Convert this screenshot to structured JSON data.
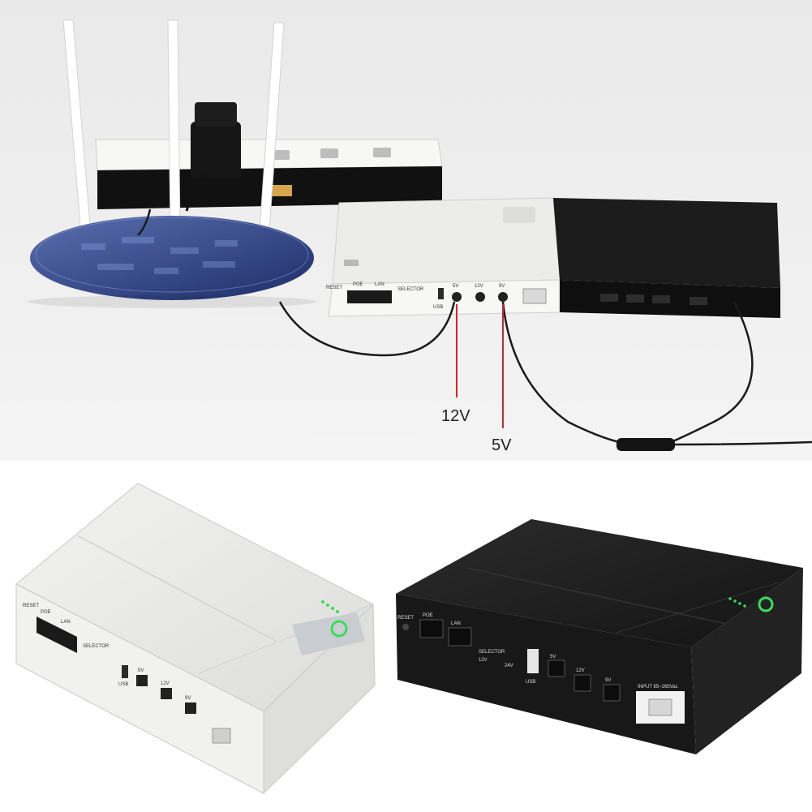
{
  "scene": {
    "top_photo": {
      "voltage_labels": [
        "12V",
        "5V"
      ],
      "ups_labels": {
        "reset": "RESET",
        "poe": "POE",
        "lan": "LAN",
        "selector": "SELECTOR",
        "usb": "USB",
        "port_5v": "5V",
        "port_12v": "12V",
        "port_9v": "9V"
      }
    },
    "white_unit": {
      "labels": {
        "reset": "RESET",
        "poe": "POE",
        "lan": "LAN",
        "selector": "SELECTOR",
        "usb": "USB",
        "port_5v": "5V",
        "port_12v": "12V",
        "port_9v": "9V"
      }
    },
    "black_unit": {
      "labels": {
        "reset": "RESET",
        "poe": "POE",
        "lan": "LAN",
        "selector": "SELECTOR",
        "sel_12v": "12V",
        "sel_24v": "24V",
        "usb": "USB",
        "port_5v": "5V",
        "port_12v": "12V",
        "port_9v": "9V",
        "input": "INPUT 85~265Vac"
      }
    }
  },
  "colors": {
    "top_background": "#e6e6e6",
    "white_case": "#e8e8e6",
    "black_case": "#1c1c1c",
    "led_green": "#3cdc5a",
    "guide_red": "#d8242c"
  }
}
